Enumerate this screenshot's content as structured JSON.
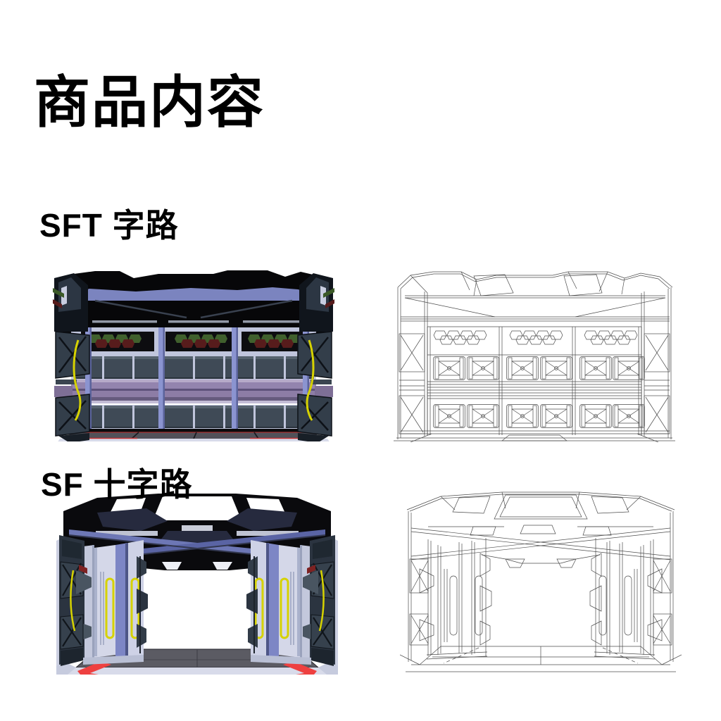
{
  "page": {
    "title": "商品内容"
  },
  "sections": [
    {
      "id": "sf-t-junction",
      "label": "SFT 字路",
      "images": [
        {
          "name": "sf-t-junction-color-render",
          "kind": "color-render"
        },
        {
          "name": "sf-t-junction-wireframe",
          "kind": "wireframe"
        }
      ]
    },
    {
      "id": "sf-crossroads",
      "label": "SF 十字路",
      "images": [
        {
          "name": "sf-crossroads-color-render",
          "kind": "color-render"
        },
        {
          "name": "sf-crossroads-wireframe",
          "kind": "wireframe"
        }
      ]
    }
  ],
  "palette": {
    "text": "#000000",
    "ceiling_black": "#0a0a0d",
    "beam_periwinkle": "#7b84bf",
    "panel_lavender": "#c0c5dc",
    "pillar_lavender": "#d4d7e8",
    "pillar_periwinkle": "#8b94d0",
    "slate_dark": "#3f4a56",
    "band_purple": "#8d7da6",
    "band_purple_dark": "#655a7d",
    "hex_green": "#40602d",
    "hex_red": "#571c1c",
    "cable_yellow": "#d6d200",
    "floor_gray": "#56565e",
    "floor_lavender": "#d8dbea",
    "accent_red": "#ee4040",
    "wire_line": "#4c4c4c"
  }
}
